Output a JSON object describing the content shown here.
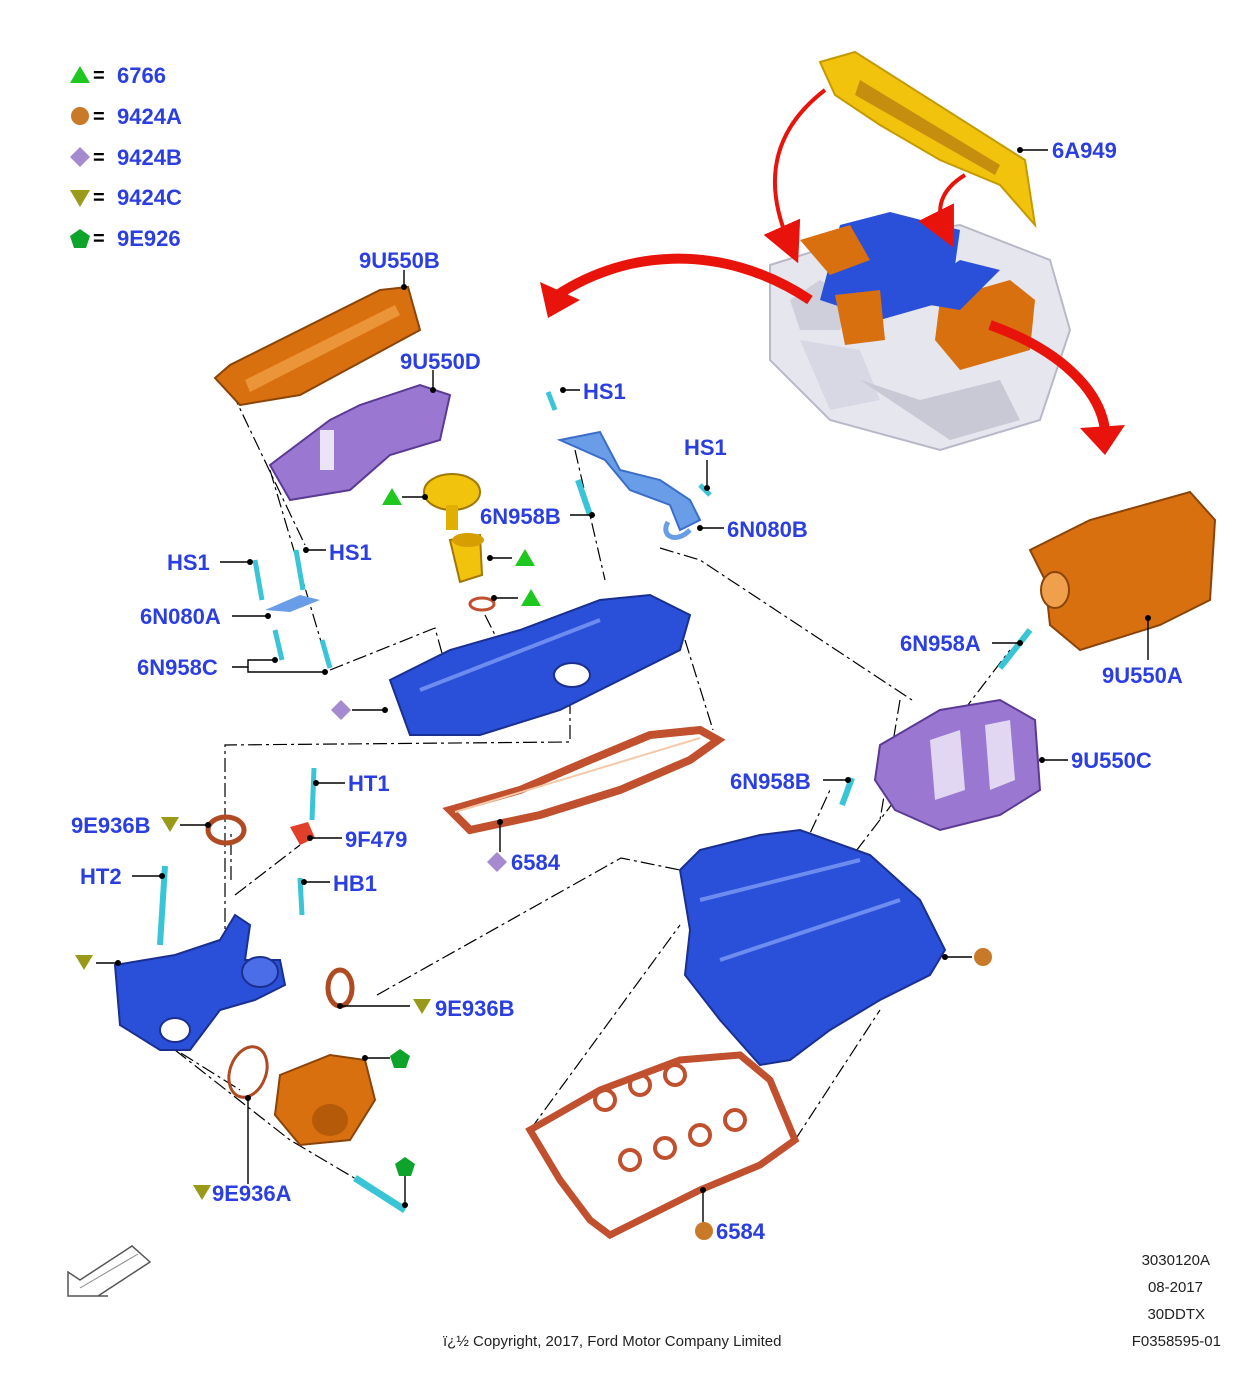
{
  "legend": [
    {
      "symbol": "triangle-up",
      "color": "#1ec81e",
      "code": "6766"
    },
    {
      "symbol": "circle",
      "color": "#c87a28",
      "code": "9424A"
    },
    {
      "symbol": "diamond",
      "color": "#a68ad0",
      "code": "9424B"
    },
    {
      "symbol": "triangle-down",
      "color": "#9a9a1a",
      "code": "9424C"
    },
    {
      "symbol": "pentagon",
      "color": "#0ea32a",
      "code": "9E926"
    }
  ],
  "legend_eq": "=",
  "labels": {
    "p6A949": "6A949",
    "p9U550B": "9U550B",
    "p9U550D": "9U550D",
    "hs1_top": "HS1",
    "hs1_right": "HS1",
    "p6N958B_top": "6N958B",
    "p6N080B": "6N080B",
    "hs1_left": "HS1",
    "hs1_mid": "HS1",
    "p6N080A": "6N080A",
    "p6N958C": "6N958C",
    "p6N958A": "6N958A",
    "p9U550A": "9U550A",
    "p9U550C": "9U550C",
    "p6N958B_mid": "6N958B",
    "ht1": "HT1",
    "p9F479": "9F479",
    "p9E936B_left": "9E936B",
    "p6584_mid": "6584",
    "ht2": "HT2",
    "hb1": "HB1",
    "p9E936B_lower": "9E936B",
    "p9E936A": "9E936A",
    "p6584_bottom": "6584"
  },
  "colors": {
    "label": "#2b3fe0",
    "blue_part": "#2a4fd8",
    "orange_part": "#d9700f",
    "yellow_part": "#f2c30c",
    "purple_part": "#9a78d2",
    "gasket": "#c0502e",
    "cyan_bolt": "#3ac4d8",
    "arrow_red": "#e8140c"
  },
  "footer": {
    "code1": "3030120A",
    "date": "08-2017",
    "engine": "30DDTX",
    "ref": "F0358595-01",
    "copyright": "ï¿½ Copyright, 2017, Ford Motor Company Limited"
  },
  "icons": [
    "red-arrow-icon",
    "direction-arrow-icon"
  ]
}
